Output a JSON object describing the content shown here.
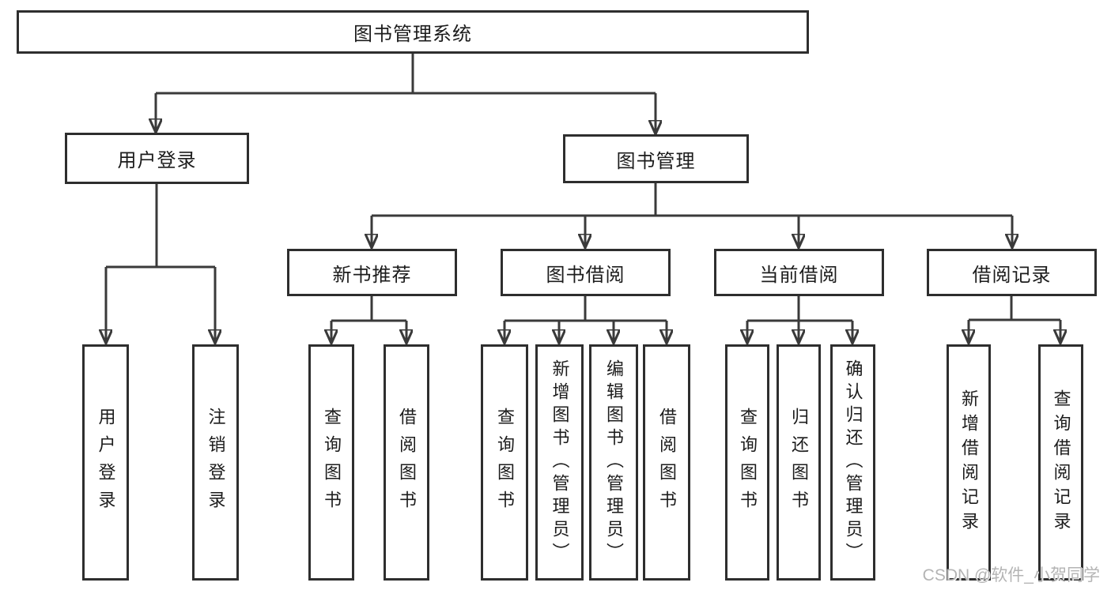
{
  "tree": {
    "label": "图书管理系统",
    "children": [
      {
        "label": "用户登录",
        "children": [
          {
            "label": "用户登录"
          },
          {
            "label": "注销登录"
          }
        ]
      },
      {
        "label": "图书管理",
        "children": [
          {
            "label": "新书推荐",
            "children": [
              {
                "label": "查询图书"
              },
              {
                "label": "借阅图书"
              }
            ]
          },
          {
            "label": "图书借阅",
            "children": [
              {
                "label": "查询图书"
              },
              {
                "label": "新增图书（管理员）"
              },
              {
                "label": "编辑图书（管理员）"
              },
              {
                "label": "借阅图书"
              }
            ]
          },
          {
            "label": "当前借阅",
            "children": [
              {
                "label": "查询图书"
              },
              {
                "label": "归还图书"
              },
              {
                "label": "确认归还（管理员）"
              }
            ]
          },
          {
            "label": "借阅记录",
            "children": [
              {
                "label": "新增借阅记录"
              },
              {
                "label": "查询借阅记录"
              }
            ]
          }
        ]
      }
    ]
  },
  "watermark": {
    "text": "CSDN @软件_小贺同学"
  },
  "colors": {
    "background": "#ffffff",
    "line": "#3a3a3a",
    "box_border": "#2e2e2e",
    "text": "#1c1c1c",
    "watermark": "#b4b4b4"
  }
}
